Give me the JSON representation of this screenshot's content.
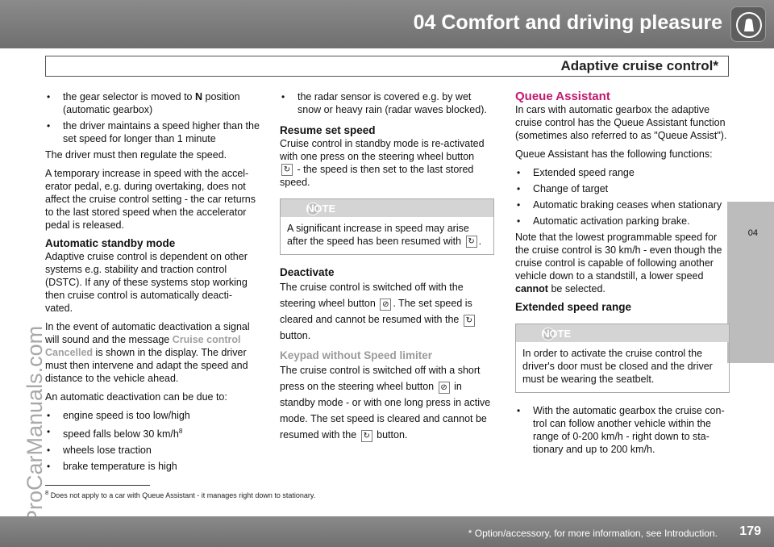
{
  "header": {
    "chapter_title": "04 Comfort and driving pleasure",
    "section_title": "Adaptive cruise control*",
    "side_tab": "04"
  },
  "watermark": "ProCarManuals.com",
  "col1": {
    "bullets_top": [
      [
        "the gear selector is moved to ",
        "N",
        " position (automatic gearbox)"
      ],
      "the driver maintains a speed higher than the set speed for longer than 1 minute"
    ],
    "p1": "The driver must then regulate the speed.",
    "p2": "A temporary increase in speed with the accel-erator pedal, e.g. during overtaking, does not affect the cruise control setting - the car returns to the last stored speed when the accelerator pedal is released.",
    "h_standby": "Automatic standby mode",
    "p3": "Adaptive cruise control is dependent on other systems e.g. stability and traction control (DSTC). If any of these systems stop working then cruise control is automatically deacti-vated.",
    "p4a": "In the event of automatic deactivation a signal will sound and the message ",
    "p4_hl": "Cruise control Cancelled",
    "p4b": " is shown in the display. The driver must then intervene and adapt the speed and distance to the vehicle ahead.",
    "p5": "An automatic deactivation can be due to:",
    "bullets_bottom": [
      "engine speed is too low/high",
      "speed falls below 30 km/h",
      "wheels lose traction",
      "brake temperature is high"
    ],
    "footnote_mark": "8"
  },
  "col2": {
    "bullet": "the radar sensor is covered e.g. by wet snow or heavy rain (radar waves blocked).",
    "h_resume": "Resume set speed",
    "resume_a": "Cruise control in standby mode is re-activated with one press on the steering wheel button",
    "resume_b": " - the speed is then set to the last stored speed.",
    "note_label": "NOTE",
    "note_text": "A significant increase in speed may arise after the speed has been resumed with",
    "h_deactivate": "Deactivate",
    "deact_a": "The cruise control is switched off with the steering wheel button",
    "deact_b": ". The set speed is cleared and cannot be resumed with the",
    "deact_c": "button.",
    "h_keypad": "Keypad without Speed limiter",
    "keypad_a": "The cruise control is switched off with a short press on the steering wheel button",
    "keypad_b": " in standby mode - or with one long press in active mode. The set speed is cleared and cannot be resumed with the",
    "keypad_c": " button."
  },
  "col3": {
    "h_queue": "Queue Assistant",
    "p1": "In cars with automatic gearbox the adaptive cruise control has the Queue Assistant function (sometimes also referred to as \"Queue Assist\").",
    "p2": "Queue Assistant has the following functions:",
    "bullets": [
      "Extended speed range",
      "Change of target",
      "Automatic braking ceases when stationary",
      "Automatic activation parking brake."
    ],
    "p3a": "Note that the lowest programmable speed for the cruise control is 30 km/h - even though the cruise control is capable of following another vehicle down to a standstill, a lower speed ",
    "p3_bold": "cannot",
    "p3b": " be selected.",
    "h_extended": "Extended speed range",
    "note_label": "NOTE",
    "note_text": "In order to activate the cruise control the driver's door must be closed and the driver must be wearing the seatbelt.",
    "bullet_last": "With the automatic gearbox the cruise con-trol can follow another vehicle within the range of 0-200 km/h - right down to sta-tionary and up to 200 km/h."
  },
  "footnote": {
    "mark": "8",
    "text": "Does not apply to a car with Queue Assistant - it manages right down to stationary."
  },
  "footer": {
    "note": "* Option/accessory, for more information, see Introduction.",
    "page": "179"
  },
  "icons": {
    "resume": "resume-arrow-icon",
    "off": "cruise-off-icon",
    "chapter": "seat-icon",
    "note": "info-icon"
  }
}
